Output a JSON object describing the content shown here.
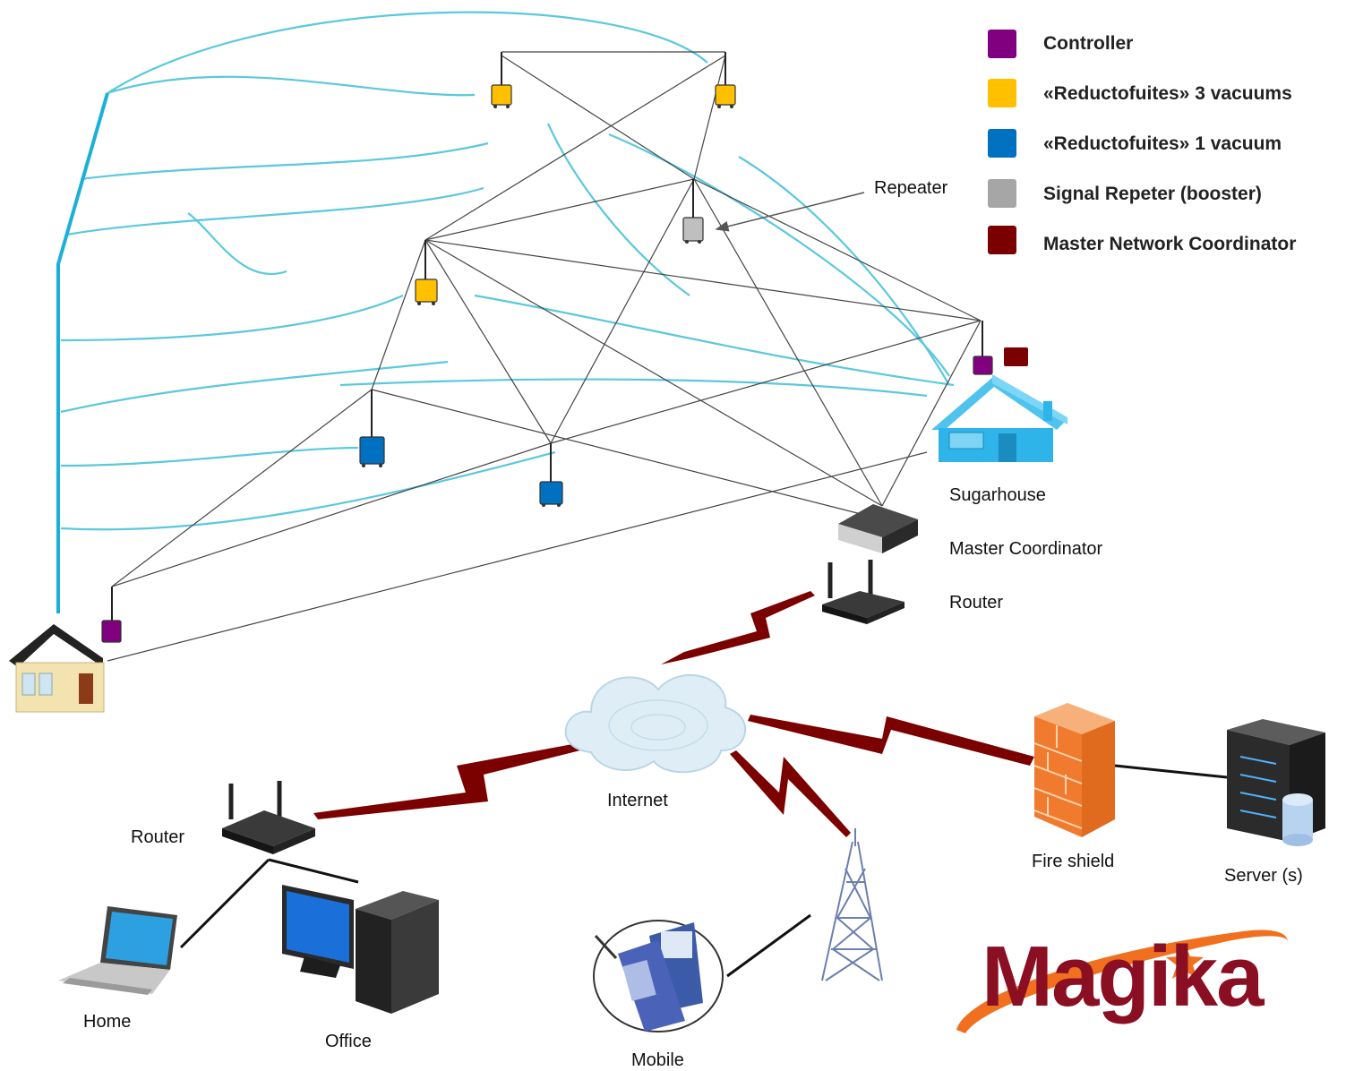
{
  "legend": {
    "items": [
      {
        "label": "Controller",
        "color": "#800080"
      },
      {
        "label": "«Reductofuites» 3 vacuums",
        "color": "#ffc000"
      },
      {
        "label": "«Reductofuites» 1 vacuum",
        "color": "#0070c0"
      },
      {
        "label": "Signal Repeter (booster)",
        "color": "#a6a6a6"
      },
      {
        "label": "Master Network Coordinator",
        "color": "#7b0000"
      }
    ]
  },
  "labels": {
    "repeater": "Repeater",
    "sugarhouse": "Sugarhouse",
    "master_coordinator": "Master Coordinator",
    "router_top": "Router",
    "internet": "Internet",
    "router_bottom": "Router",
    "fire_shield": "Fire shield",
    "servers": "Server (s)",
    "home": "Home",
    "office": "Office",
    "mobile": "Mobile"
  },
  "logo": {
    "text": "Magika"
  },
  "colors": {
    "tubing": "#5bc8dd",
    "main_line": "#1ab0d8",
    "wireless": "#7b0000",
    "link": "#333333"
  }
}
